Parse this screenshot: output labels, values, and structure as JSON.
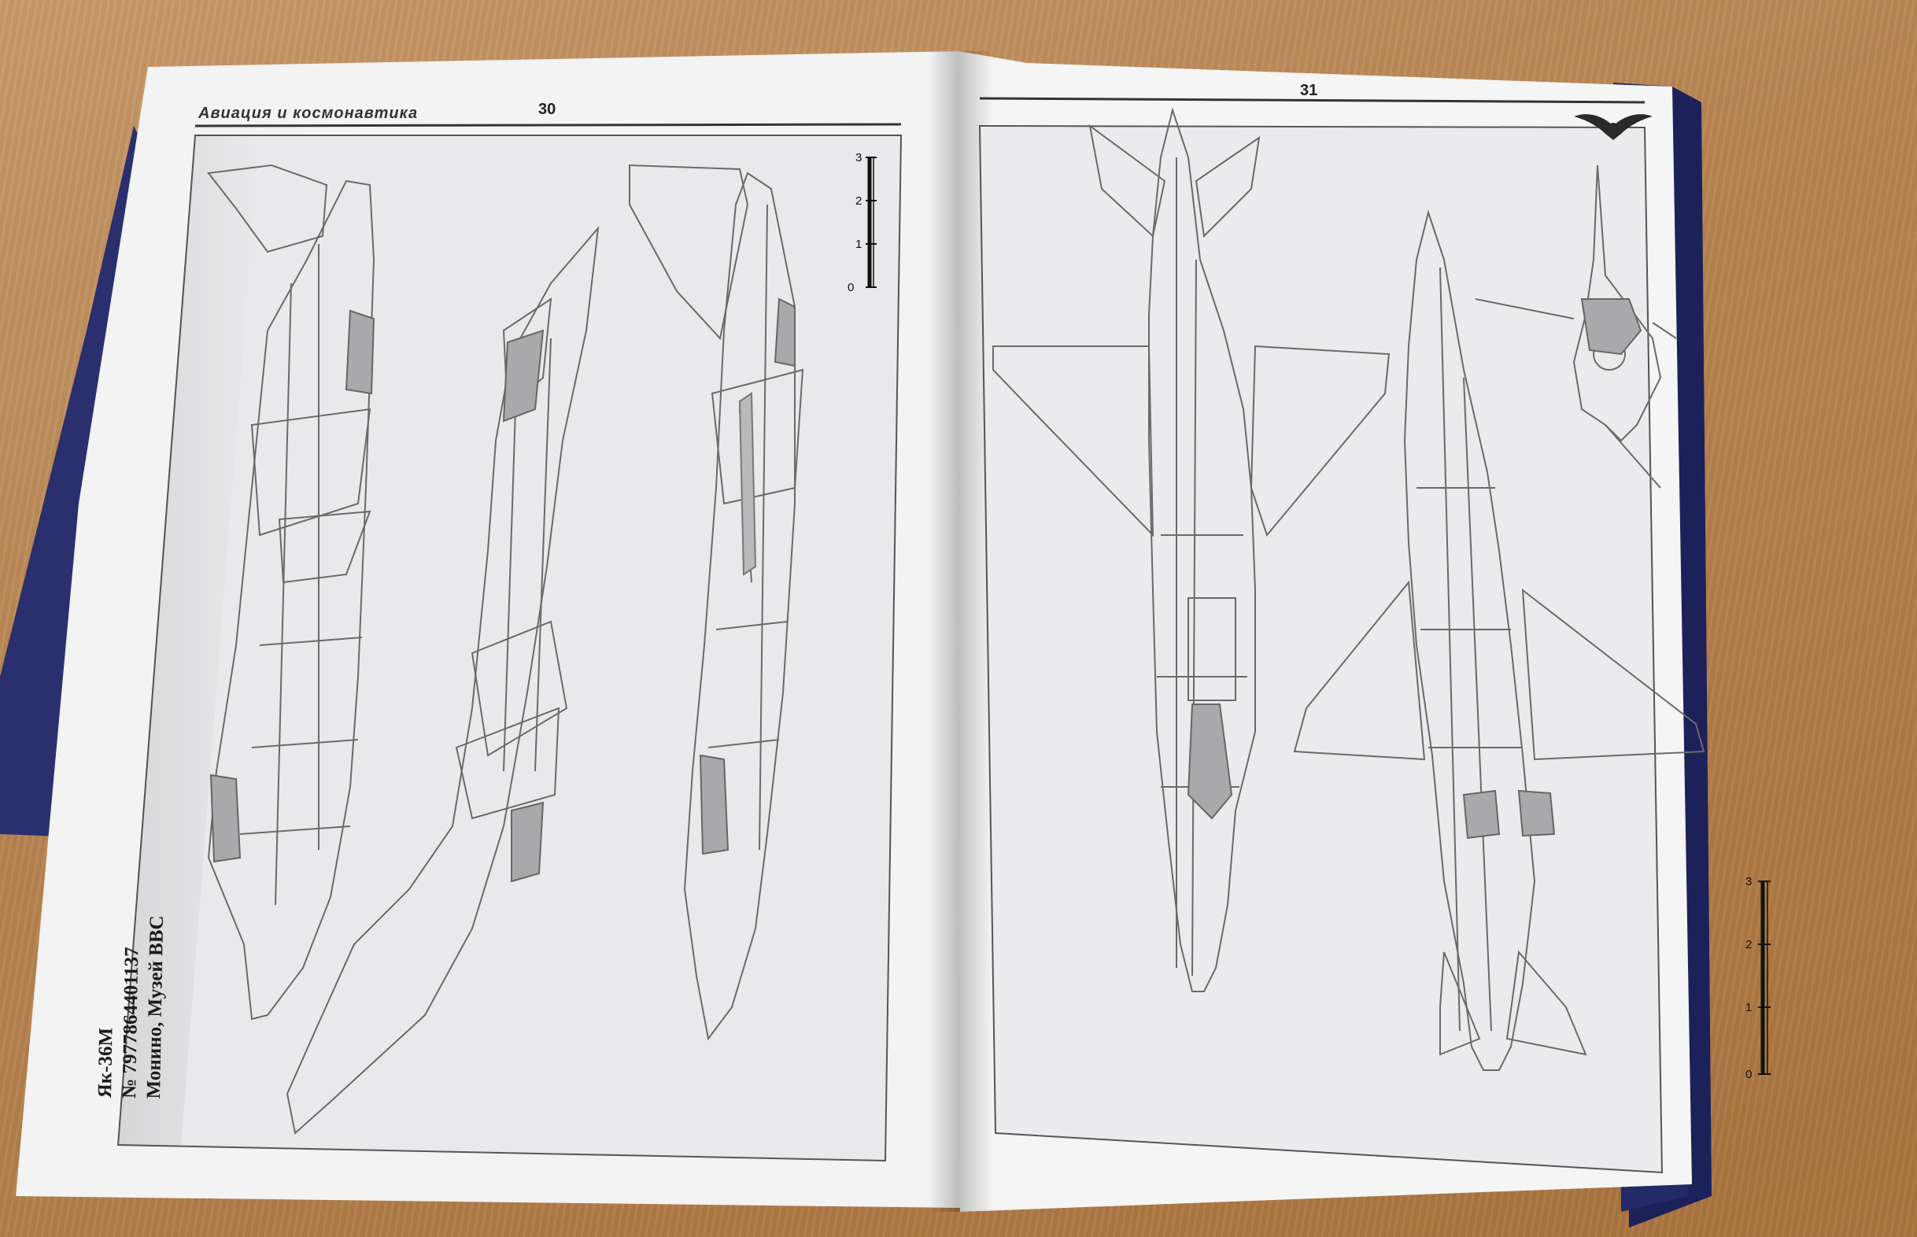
{
  "left_page": {
    "page_number": "30",
    "series_title": "Авиация и космонавтика",
    "scale_labels": [
      "3",
      "2",
      "1",
      "0"
    ],
    "caption": {
      "line1": "Як-36М",
      "line2": "№ 7977864401137",
      "line3": "Монино, Музей ВВС"
    }
  },
  "right_page": {
    "page_number": "31",
    "scale_labels": [
      "3",
      "2",
      "1",
      "0"
    ]
  },
  "colors": {
    "page": "#f1f1f3",
    "drawing_bg": "#e8e8ea",
    "line": "#6b6b6b",
    "glass": "#a9a9ab",
    "cover_blue": "#1c2159"
  }
}
